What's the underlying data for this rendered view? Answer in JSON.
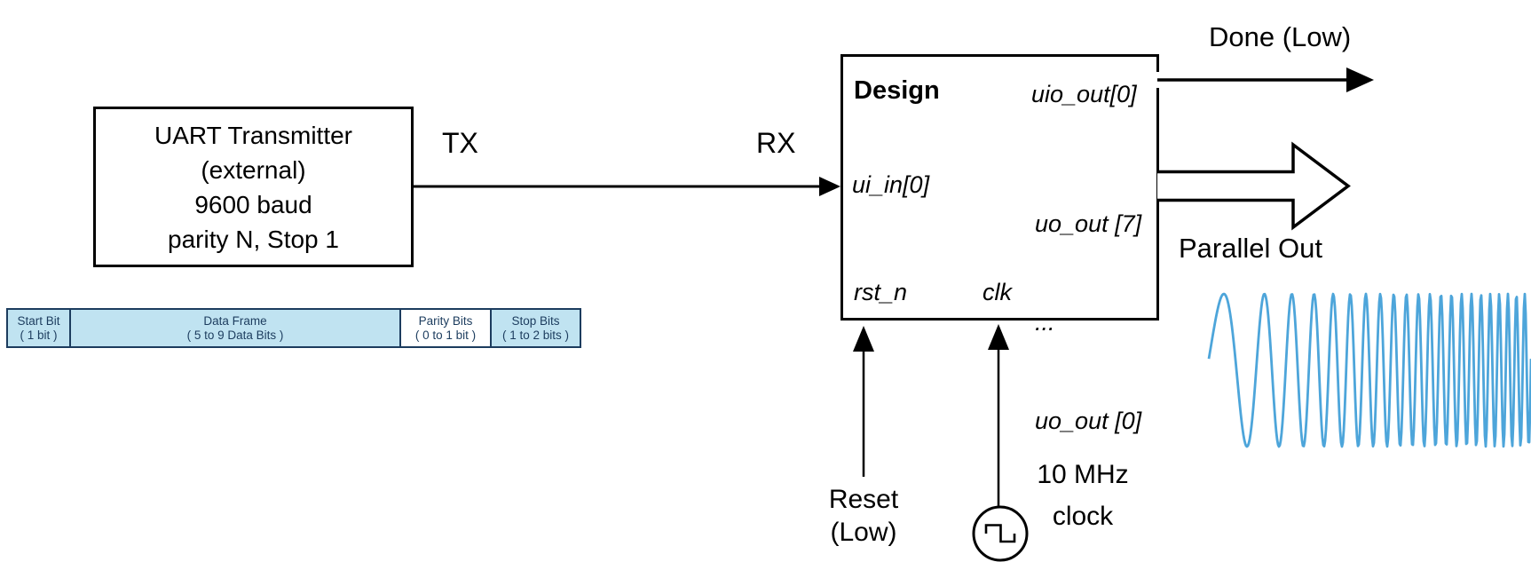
{
  "diagram": {
    "uart_box": {
      "lines": [
        "UART Transmitter",
        "(external)",
        "9600 baud",
        "parity N, Stop 1"
      ]
    },
    "wires": {
      "tx": "TX",
      "rx": "RX",
      "done": "Done (Low)",
      "parallel_out": "Parallel Out"
    },
    "design_box": {
      "title": "Design",
      "ports": {
        "uio_out": "uio_out[0]",
        "ui_in": "ui_in[0]",
        "uo_out_msb": "uo_out [7]",
        "uo_out_ellipsis": "...",
        "uo_out_lsb": "uo_out [0]",
        "rst_n": "rst_n",
        "clk": "clk"
      }
    },
    "reset_annotation": {
      "line1": "Reset",
      "line2": "(Low)"
    },
    "clock_annotation": {
      "line1": "10 MHz",
      "line2": "clock"
    },
    "frame_bar": {
      "cells": [
        {
          "title": "Start Bit",
          "sub": "( 1 bit )"
        },
        {
          "title": "Data Frame",
          "sub": "( 5 to 9 Data Bits )"
        },
        {
          "title": "Parity Bits",
          "sub": "( 0 to 1 bit )"
        },
        {
          "title": "Stop Bits",
          "sub": "( 1 to 2 bits )"
        }
      ]
    },
    "colors": {
      "line": "#000000",
      "frame_border": "#1c3c5e",
      "frame_fill": "#c0e3f1",
      "parity_fill": "#ffffff",
      "wave": "#4da5da"
    }
  }
}
